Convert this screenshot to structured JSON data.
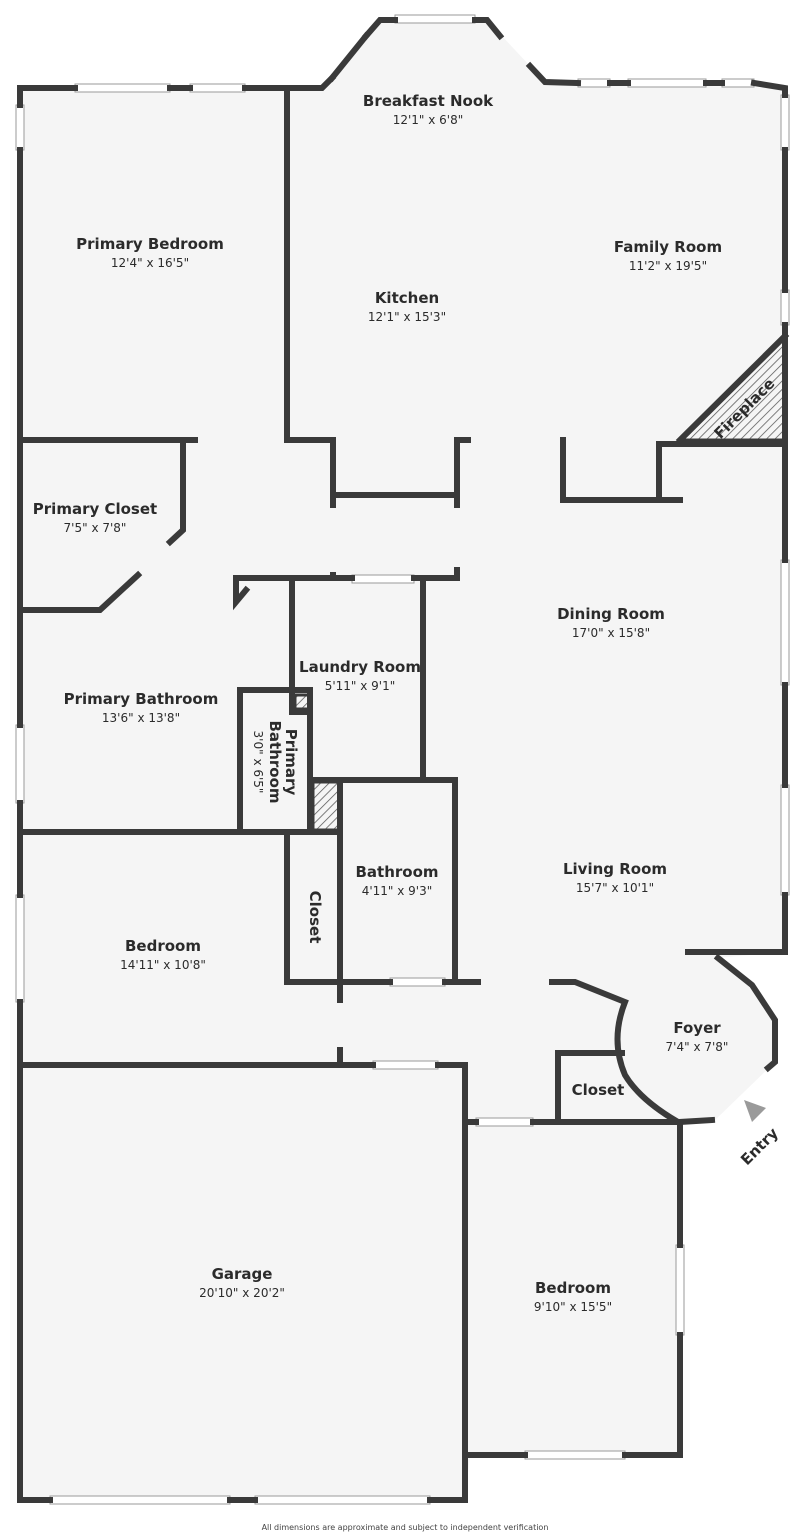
{
  "rooms": {
    "breakfast_nook": {
      "name": "Breakfast Nook",
      "dim": "12'1\" x 6'8\""
    },
    "primary_bedroom": {
      "name": "Primary Bedroom",
      "dim": "12'4\" x 16'5\""
    },
    "kitchen": {
      "name": "Kitchen",
      "dim": "12'1\" x 15'3\""
    },
    "family_room": {
      "name": "Family Room",
      "dim": "11'2\" x 19'5\""
    },
    "fireplace": {
      "name": "Fireplace"
    },
    "primary_closet": {
      "name": "Primary Closet",
      "dim": "7'5\" x 7'8\""
    },
    "dining_room": {
      "name": "Dining Room",
      "dim": "17'0\" x 15'8\""
    },
    "laundry_room": {
      "name": "Laundry Room",
      "dim": "5'11\" x 9'1\""
    },
    "primary_bathroom": {
      "name": "Primary Bathroom",
      "dim": "13'6\" x 13'8\""
    },
    "primary_bathroom_small": {
      "name_line1": "Primary",
      "name_line2": "Bathroom",
      "dim": "3'0\" x 6'5\""
    },
    "bathroom": {
      "name": "Bathroom",
      "dim": "4'11\" x 9'3\""
    },
    "living_room": {
      "name": "Living Room",
      "dim": "15'7\" x 10'1\""
    },
    "bedroom_left": {
      "name": "Bedroom",
      "dim": "14'11\" x 10'8\""
    },
    "closet_left": {
      "name": "Closet"
    },
    "foyer": {
      "name": "Foyer",
      "dim": "7'4\" x 7'8\""
    },
    "closet_foyer": {
      "name": "Closet"
    },
    "garage": {
      "name": "Garage",
      "dim": "20'10\" x 20'2\""
    },
    "bedroom_right": {
      "name": "Bedroom",
      "dim": "9'10\" x 15'5\""
    }
  },
  "entry_label": "Entry",
  "footer_note": "All dimensions are approximate and subject to independent verification",
  "colors": {
    "wall": "#3a3a3a",
    "floor": "#f5f5f5",
    "background": "#ffffff"
  }
}
